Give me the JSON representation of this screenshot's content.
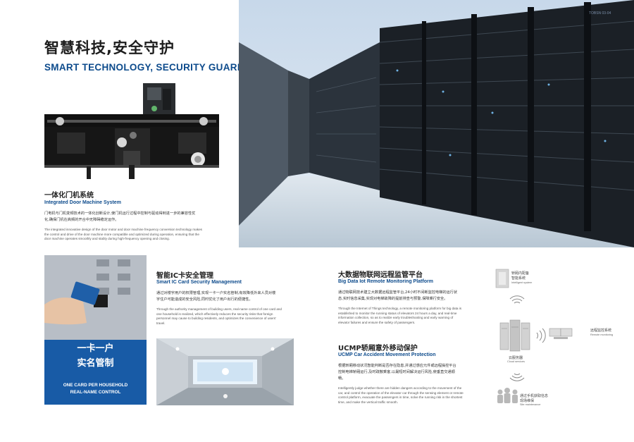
{
  "header": {
    "title_cn": "智慧科技,安全守护",
    "title_en": "SMART TECHNOLOGY, SECURITY GUARD",
    "page_tag": "TOBSN  03-04"
  },
  "integrated": {
    "title_cn": "一体化门机系统",
    "title_en": "Integrated Door Machine System",
    "body_cn": [
      "门电机与门机变频技术的一体化创新设计,使门机运行过程中控制与驱动得到进一步的兼容性优",
      "化,确保门机在高频的开合中无障碍稳定运作。"
    ],
    "body_en": [
      "The integrated innovative design of the door motor and door machine frequency conversion technology makes",
      "the control and drive of the door machine more compatible and optimized during operation, ensuring that the",
      "door machine operates smoothly and stably during high-frequency opening and closing."
    ]
  },
  "ic_card": {
    "panel_cn": [
      "一卡一户",
      "实名管制"
    ],
    "panel_en": [
      "ONE CARD PER HOUSEHOLD",
      "REAL-NAME CONTROL"
    ],
    "title_cn": "智能IC卡安全管理",
    "title_en": "Smart IC Card Security Management",
    "body_cn": [
      "通过对楼宇用户的权限管理,实现一卡一户实名管制,有效降低外来人员对楼",
      "宇住户可能造成的安全风险,同时优化了用户出行的便捷性。"
    ],
    "body_en": [
      "Through the authority management of building users, real-name control of one card and",
      "one household is realized, which effectively reduces the security risks that foreign",
      "personnel may cause to building residents, and optimizes the convenience of users'",
      "travel."
    ]
  },
  "bigdata": {
    "title_cn": "大数据物联网远程监管平台",
    "title_en": "Big Data Iot Remote Monitoring Platform",
    "body_cn": [
      "通过物联网技术建立大数据远程监管平台,24小时不间断监控电梯的运行状",
      "态,实时信息采集,实现对电梯故障的提前排查与预警,保障乘行安全。"
    ],
    "body_en": [
      "Through the Internet of Things technology, a remote monitoring platform for big data is",
      "established to monitor the running status of elevators 24 hours a day, and real-time",
      "information collection, so as to realize early troubleshooting and early warning of",
      "elevator failures and ensure the safety of passengers."
    ]
  },
  "ucmp": {
    "title_cn": "UCMP轿厢意外移动保护",
    "title_en": "UCMP Car Accident Movement Protection",
    "body_cn": [
      "根据轿厢移动状况智能判断是否存在隐患,并通过感应元件或远程操控平台",
      "控制电梯轿厢运行,及时疏散乘客,以最短时间解决运行风险,使垂直交通顺",
      "畅。"
    ],
    "body_en": [
      "Intelligently judge whether there are hidden dangers according to the movement of the",
      "car, and control the operation of the elevator car through the sensing element or remote",
      "control platform, evacuate the passengers in time, solve the running risk in the shortest",
      "time, and make the vertical traffic smooth."
    ]
  },
  "diagram": {
    "smart_system_cn": [
      "轿厢内配备",
      "智能系统"
    ],
    "smart_system_en": "Intelligent system",
    "remote_cn": "远程监控系统",
    "remote_en": "Remote monitoring",
    "cloud_cn": "云服务器",
    "cloud_en": "Cloud services",
    "site_cn": [
      "通过手机获取信息",
      "现场维保"
    ],
    "site_en": "Site maintenance"
  }
}
